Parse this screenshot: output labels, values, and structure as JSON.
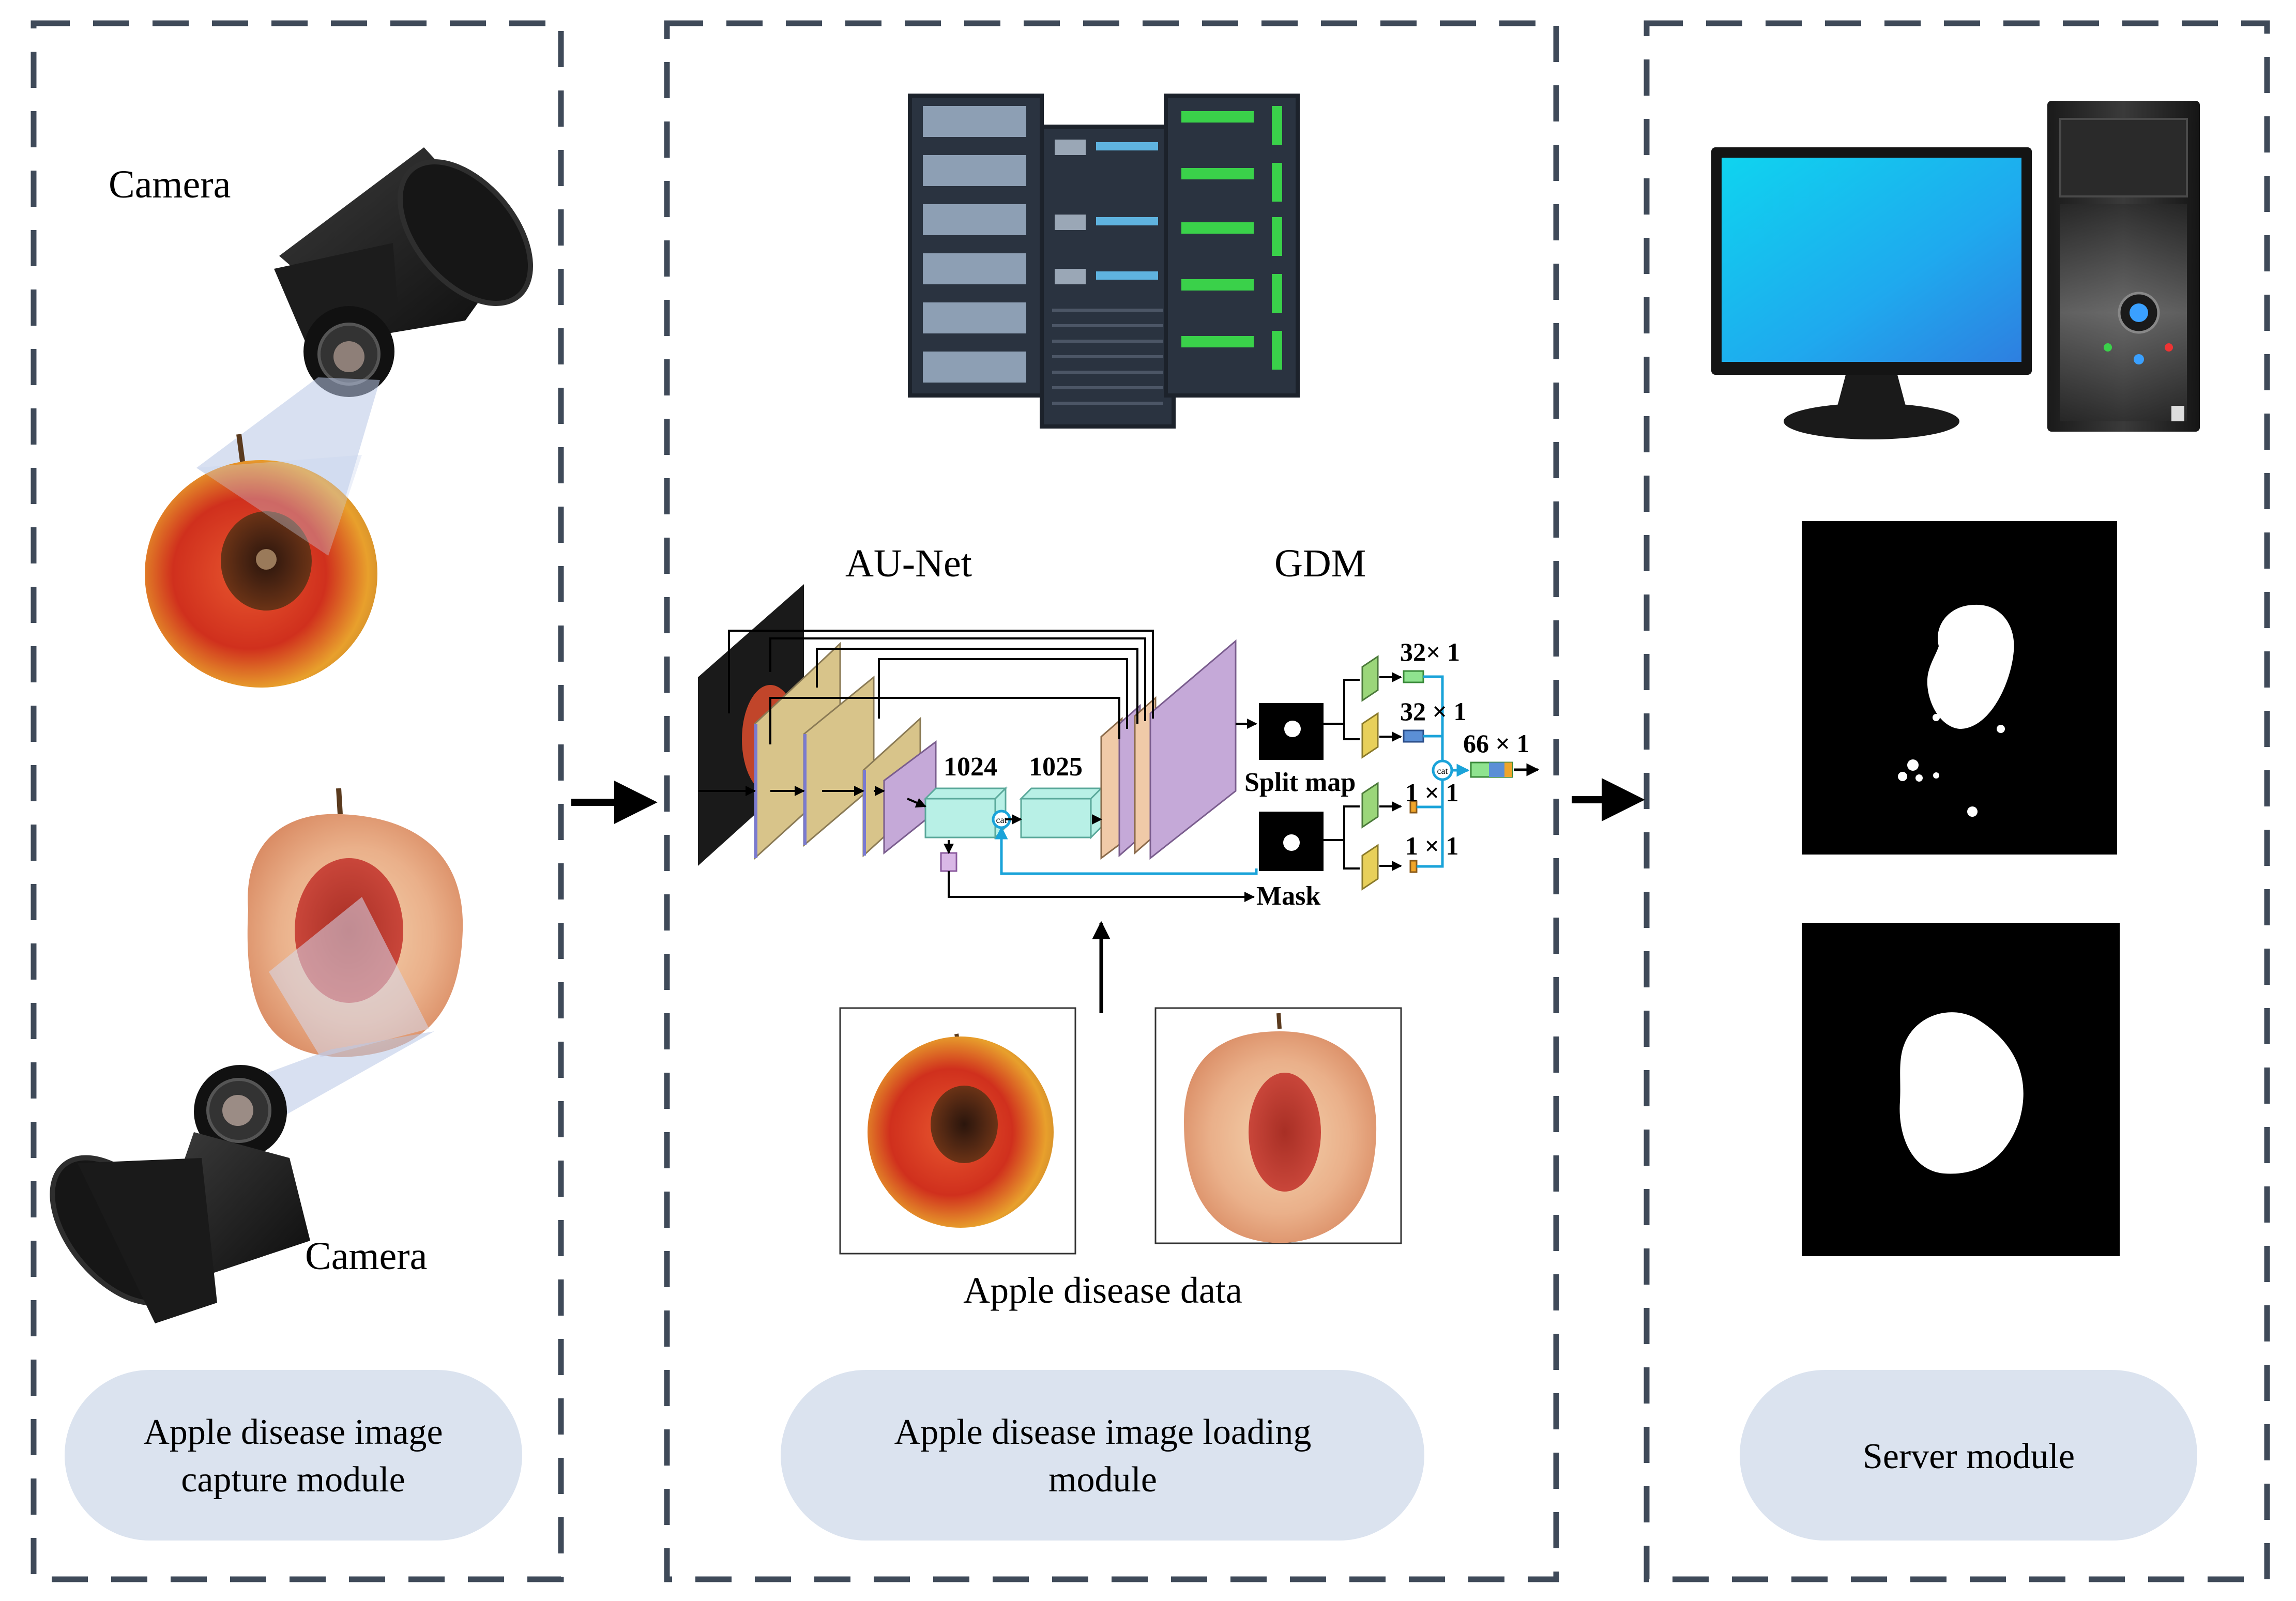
{
  "capture_module": {
    "label_line1": "Apple disease image",
    "label_line2": "capture module",
    "camera_top_label": "Camera",
    "camera_bottom_label": "Camera"
  },
  "loading_module": {
    "label_line1": "Apple disease image loading",
    "label_line2": "module",
    "network_title": "AU-Net",
    "gdm_title": "GDM",
    "channels_1024": "1024",
    "channels_1025": "1025",
    "cat_label": "cat",
    "split_map_label": "Split map",
    "mask_label": "Mask",
    "dim_32_1_a": "32× 1",
    "dim_32_1_b": "32 × 1",
    "dim_1_1_a": "1 × 1",
    "dim_1_1_b": "1 × 1",
    "dim_66_1": "66 × 1",
    "data_caption": "Apple disease data"
  },
  "server_module": {
    "label": "Server module"
  },
  "colors": {
    "border_dash": "#3f4a59",
    "pill_fill": "#dbe3ef",
    "monitor_screen": "#1fb6ef",
    "feature_tan": "#d8c48a",
    "feature_lavender": "#c5a9d8",
    "feature_cyan": "#b8f0e6",
    "cat_link": "#1aa3d9"
  },
  "icons": [
    "camera-icon",
    "apple-image",
    "server-rack-icon",
    "desktop-computer-icon",
    "segmentation-mask-image"
  ]
}
